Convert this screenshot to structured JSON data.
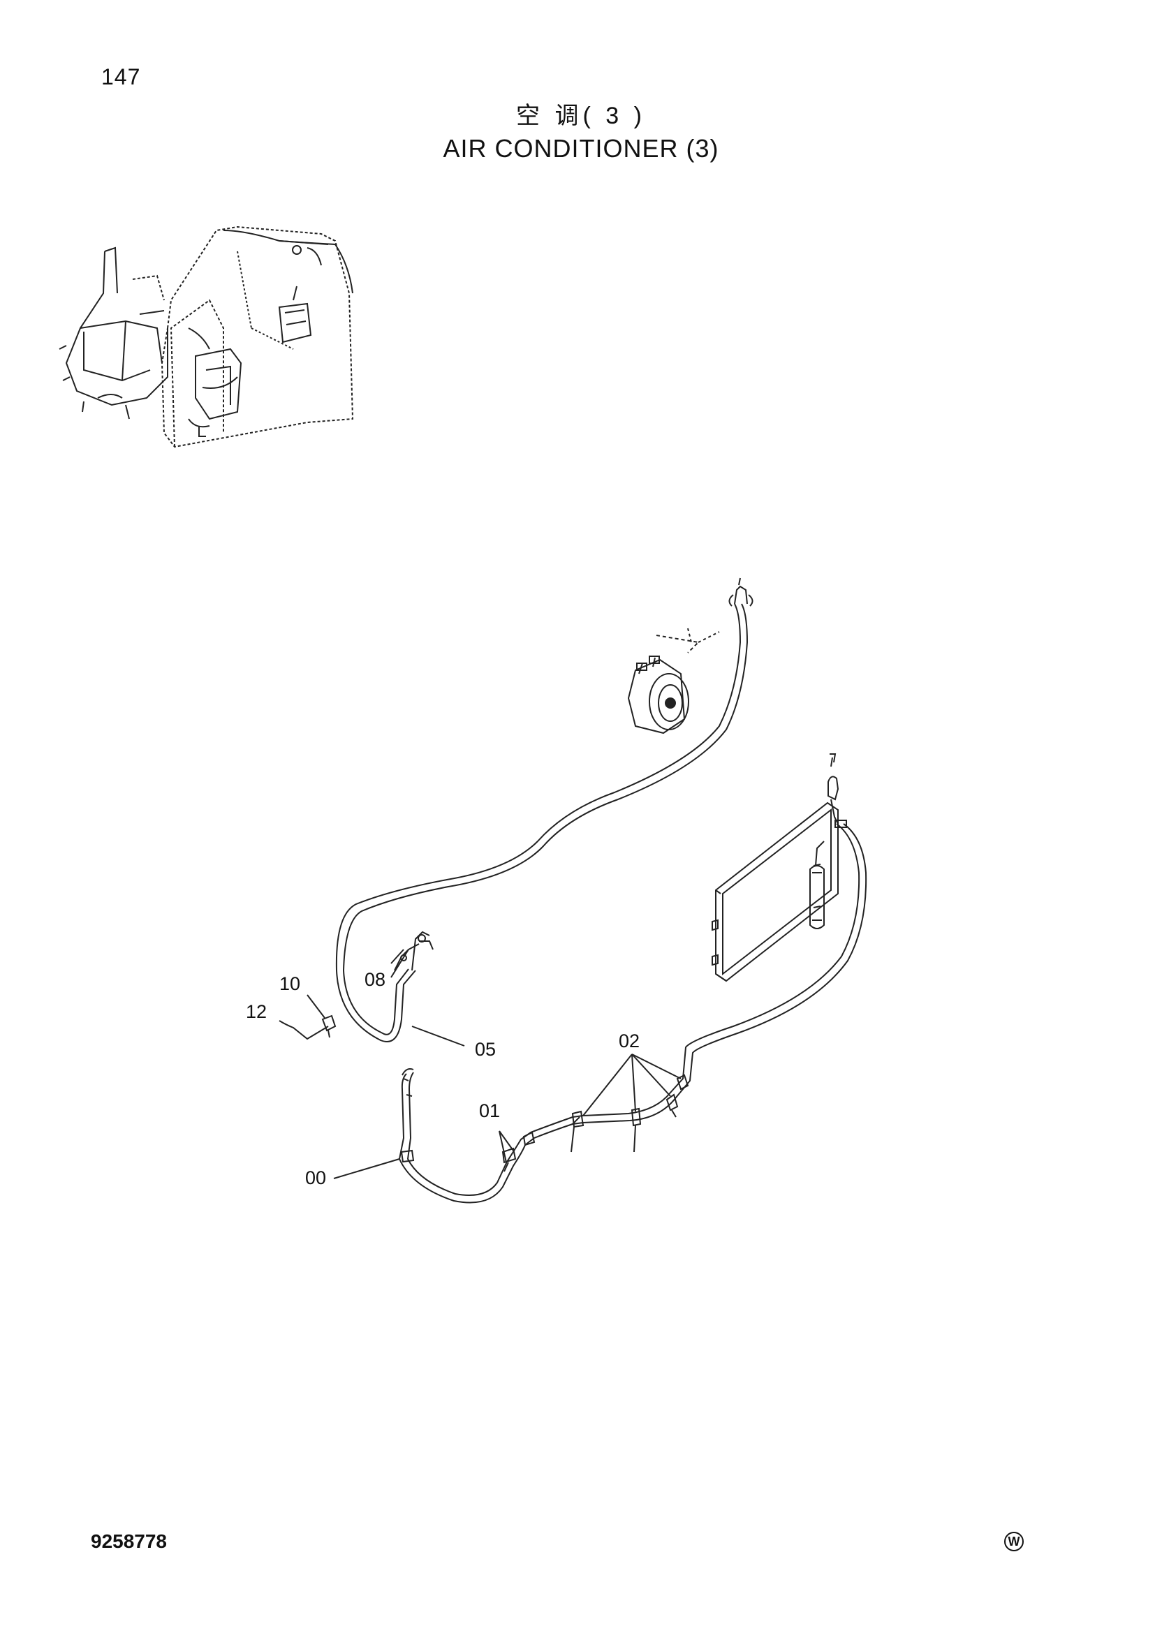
{
  "page": {
    "number": "147",
    "title_zh": "空 调( 3 )",
    "title_en": "AIR CONDITIONER (3)",
    "doc_number": "9258778",
    "corner_mark": "W"
  },
  "callouts": [
    {
      "id": "c10",
      "label": "10"
    },
    {
      "id": "c12",
      "label": "12"
    },
    {
      "id": "c08",
      "label": "08"
    },
    {
      "id": "c05",
      "label": "05"
    },
    {
      "id": "c02",
      "label": "02"
    },
    {
      "id": "c01",
      "label": "01"
    },
    {
      "id": "c00",
      "label": "00"
    }
  ]
}
